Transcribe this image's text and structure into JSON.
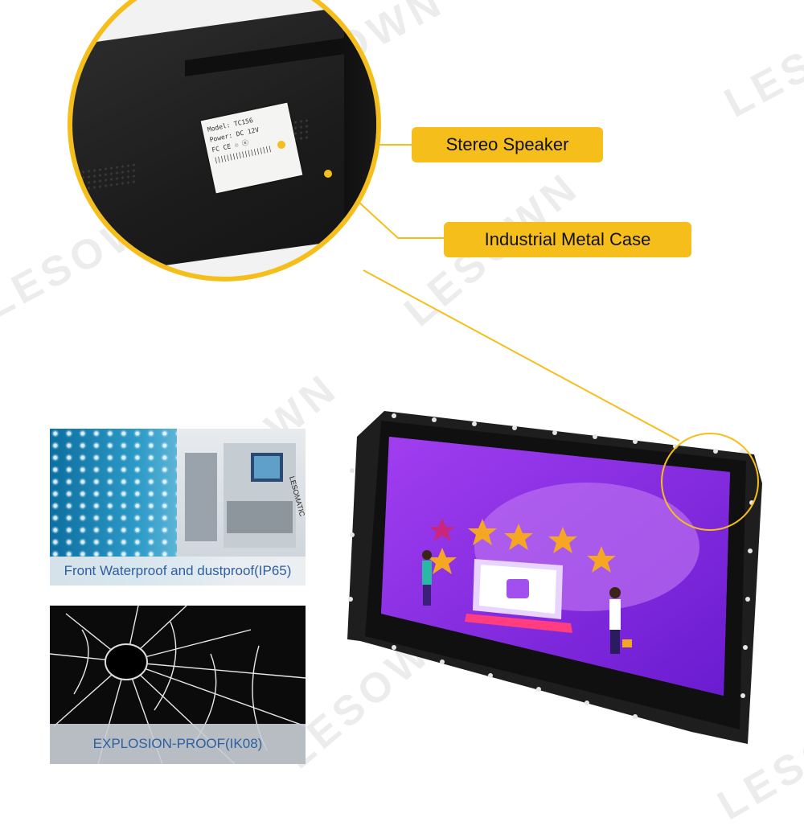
{
  "watermark": {
    "text": "LESOWN"
  },
  "zoom": {
    "sticker_lines": [
      "Model: TC156",
      "Power: DC 12V",
      "FC CE ♲ ⓔ",
      "|||||||||||||||||||"
    ]
  },
  "callouts": {
    "speaker": "Stereo Speaker",
    "case": "Industrial Metal Case"
  },
  "features": [
    {
      "caption": "Front Waterproof and dustproof(IP65)"
    },
    {
      "caption": "EXPLOSION-PROOF(IK08)"
    }
  ],
  "colors": {
    "accent": "#f5be1b",
    "caption_text": "#2f5fa0",
    "screen": "#8b2be0"
  }
}
